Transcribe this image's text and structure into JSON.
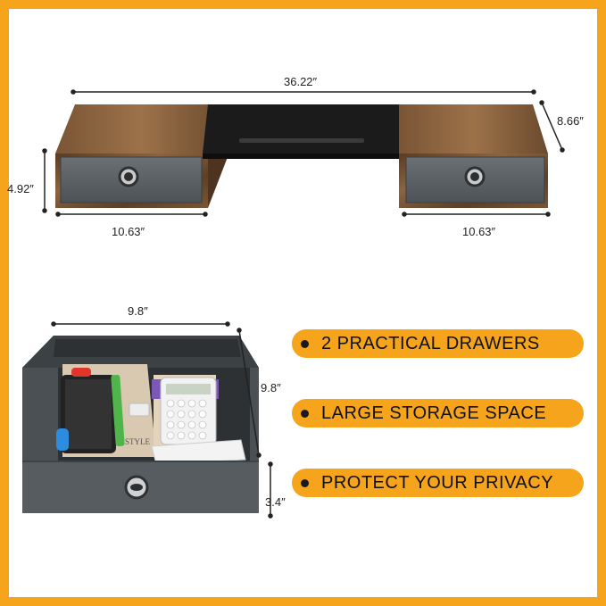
{
  "colors": {
    "accent": "#f5a41b",
    "wood": "#6b4a2e",
    "black_panel": "#1b1b1b",
    "drawer_gray": "#5e6468"
  },
  "dimensions": {
    "total_width": "36.22″",
    "depth": "8.66″",
    "height": "4.92″",
    "left_section_width": "10.63″",
    "right_section_width": "10.63″",
    "drawer_width": "9.8″",
    "drawer_depth": "9.8″",
    "drawer_height": "3.4″"
  },
  "features": [
    {
      "label": "2 PRACTICAL DRAWERS"
    },
    {
      "label": "LARGE STORAGE SPACE"
    },
    {
      "label": "PROTECT YOUR PRIVACY"
    }
  ],
  "drawer_contents": {
    "book_text": "STYLE"
  }
}
